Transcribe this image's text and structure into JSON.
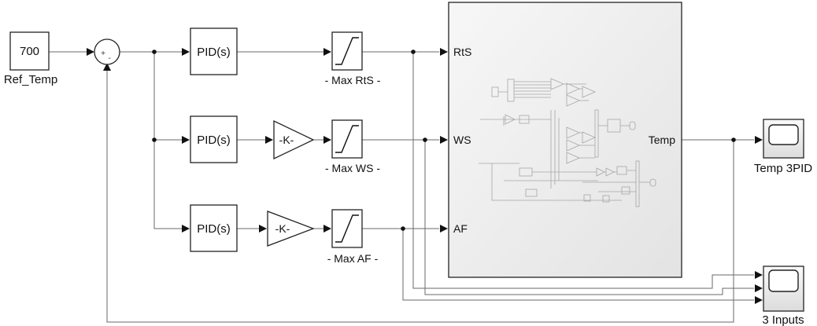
{
  "blocks": {
    "ref_constant": {
      "value": "700",
      "name": "Ref_Temp"
    },
    "sum": {
      "signs": "+ -"
    },
    "pid_1": {
      "label": "PID(s)"
    },
    "pid_2": {
      "label": "PID(s)"
    },
    "pid_3": {
      "label": "PID(s)"
    },
    "gain_2": {
      "label": "-K-"
    },
    "gain_3": {
      "label": "-K-"
    },
    "sat_1": {
      "name": "-  Max RtS -"
    },
    "sat_2": {
      "name": "-  Max WS -"
    },
    "sat_3": {
      "name": "-  Max AF -"
    },
    "subsystem": {
      "inputs": [
        "RtS",
        "WS",
        "AF"
      ],
      "output": "Temp"
    },
    "scope_temp": {
      "name": "Temp 3PID"
    },
    "scope_inputs": {
      "name": "3 Inputs"
    }
  },
  "colors": {
    "wire": "#6a6a6a",
    "block_border": "#222222",
    "subsystem_fill": "#eeeeee"
  }
}
